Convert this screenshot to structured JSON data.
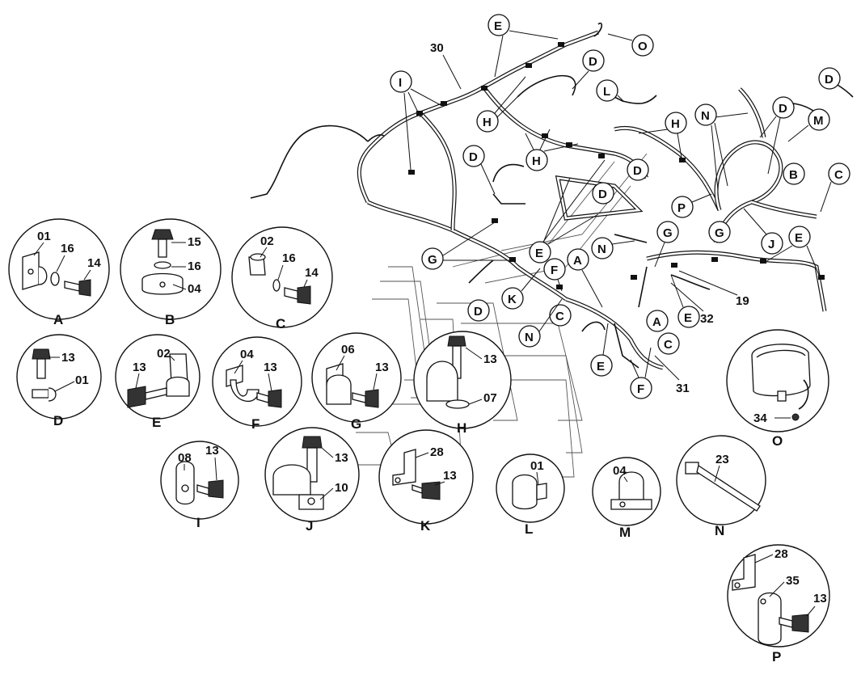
{
  "assembly_labels": {
    "l30": "30",
    "l19": "19",
    "l32": "32",
    "l31": "31"
  },
  "details": {
    "A": {
      "letter": "A",
      "parts": [
        "01",
        "16",
        "14"
      ]
    },
    "B": {
      "letter": "B",
      "parts": [
        "15",
        "16",
        "04"
      ]
    },
    "C": {
      "letter": "C",
      "parts": [
        "02",
        "16",
        "14"
      ]
    },
    "D": {
      "letter": "D",
      "parts": [
        "13",
        "01"
      ]
    },
    "E": {
      "letter": "E",
      "parts": [
        "13",
        "02"
      ]
    },
    "F": {
      "letter": "F",
      "parts": [
        "04",
        "13"
      ]
    },
    "G": {
      "letter": "G",
      "parts": [
        "06",
        "13"
      ]
    },
    "H": {
      "letter": "H",
      "parts": [
        "13",
        "07"
      ]
    },
    "I": {
      "letter": "I",
      "parts": [
        "08",
        "13"
      ]
    },
    "J": {
      "letter": "J",
      "parts": [
        "13",
        "10"
      ]
    },
    "K": {
      "letter": "K",
      "parts": [
        "28",
        "13"
      ]
    },
    "L": {
      "letter": "L",
      "parts": [
        "01"
      ]
    },
    "M": {
      "letter": "M",
      "parts": [
        "04"
      ]
    },
    "N": {
      "letter": "N",
      "parts": [
        "23"
      ]
    },
    "O": {
      "letter": "O",
      "parts": [
        "34"
      ]
    },
    "P": {
      "letter": "P",
      "parts": [
        "28",
        "35",
        "13"
      ]
    }
  },
  "callouts": {
    "c1": "E",
    "c2": "O",
    "c3": "D",
    "c4": "I",
    "c5": "H",
    "c6": "L",
    "c7": "D",
    "c8": "H",
    "c9": "N",
    "c10": "D",
    "c11": "M",
    "c12": "D",
    "c13": "H",
    "c14": "D",
    "c15": "B",
    "c16": "C",
    "c17": "D",
    "c18": "P",
    "c19": "G",
    "c20": "G",
    "c21": "J",
    "c22": "E",
    "c23": "G",
    "c24": "E",
    "c25": "N",
    "c26": "F",
    "c27": "A",
    "c28": "K",
    "c29": "D",
    "c30": "C",
    "c31": "N",
    "c32": "A",
    "c33": "E",
    "c34": "C",
    "c35": "E",
    "c36": "F"
  }
}
